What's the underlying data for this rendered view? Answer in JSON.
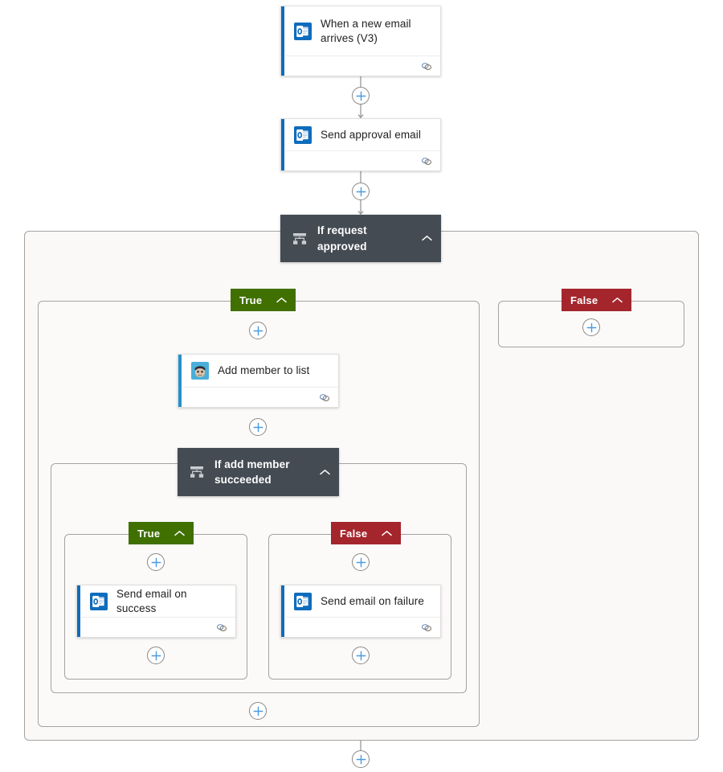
{
  "app": {
    "name": "power-automate-flow-designer",
    "canvas_background": "#ffffff",
    "scope_background": "#faf9f8",
    "colors": {
      "condition_card": "#444b53",
      "true_badge": "#407000",
      "false_badge": "#a4262c",
      "outlook_accent": "#0f6cbd",
      "mailchimp_accent": "#2490c8",
      "plus_glyph": "#4a9ae0",
      "connector_line": "#9b9895",
      "card_border": "#e1dfdd",
      "scope_border": "#a5a3a1"
    }
  },
  "nodes": {
    "trigger": {
      "title": "When a new email arrives (V3)",
      "icon": "outlook-icon",
      "footer_icon": "connector-link-icon"
    },
    "send_approval": {
      "title": "Send approval email",
      "icon": "outlook-icon",
      "footer_icon": "connector-link-icon"
    },
    "condition_outer": {
      "title": "If request approved",
      "icon": "condition-branch-icon",
      "collapse_icon": "chevron-up-icon"
    },
    "add_member": {
      "title": "Add member to list",
      "icon": "mailchimp-icon",
      "footer_icon": "connector-link-icon"
    },
    "condition_inner": {
      "title": "If add member succeeded",
      "icon": "condition-branch-icon",
      "collapse_icon": "chevron-up-icon"
    },
    "send_success": {
      "title": "Send email on success",
      "icon": "outlook-icon",
      "footer_icon": "connector-link-icon"
    },
    "send_failure": {
      "title": "Send email on failure",
      "icon": "outlook-icon",
      "footer_icon": "connector-link-icon"
    }
  },
  "branches": {
    "outer_true": {
      "label": "True",
      "collapse_icon": "chevron-up-icon"
    },
    "outer_false": {
      "label": "False",
      "collapse_icon": "chevron-up-icon"
    },
    "inner_true": {
      "label": "True",
      "collapse_icon": "chevron-up-icon"
    },
    "inner_false": {
      "label": "False",
      "collapse_icon": "chevron-up-icon"
    }
  },
  "add_buttons": [
    {
      "id": "add-after-trigger",
      "name": "add-step-after-trigger"
    },
    {
      "id": "add-after-approval",
      "name": "add-step-after-send-approval-email"
    },
    {
      "id": "add-in-outer-true",
      "name": "add-step-in-true-branch"
    },
    {
      "id": "add-after-add-member",
      "name": "add-step-after-add-member-to-list"
    },
    {
      "id": "add-in-outer-false",
      "name": "add-step-in-false-branch"
    },
    {
      "id": "add-in-inner-true",
      "name": "add-step-in-inner-true-branch"
    },
    {
      "id": "add-after-send-success",
      "name": "add-step-after-send-email-on-success"
    },
    {
      "id": "add-in-inner-false",
      "name": "add-step-in-inner-false-branch"
    },
    {
      "id": "add-after-send-failure",
      "name": "add-step-after-send-email-on-failure"
    },
    {
      "id": "add-end-of-true-branch",
      "name": "add-step-end-of-true-branch"
    },
    {
      "id": "add-end-of-flow",
      "name": "add-step-end-of-flow"
    }
  ]
}
